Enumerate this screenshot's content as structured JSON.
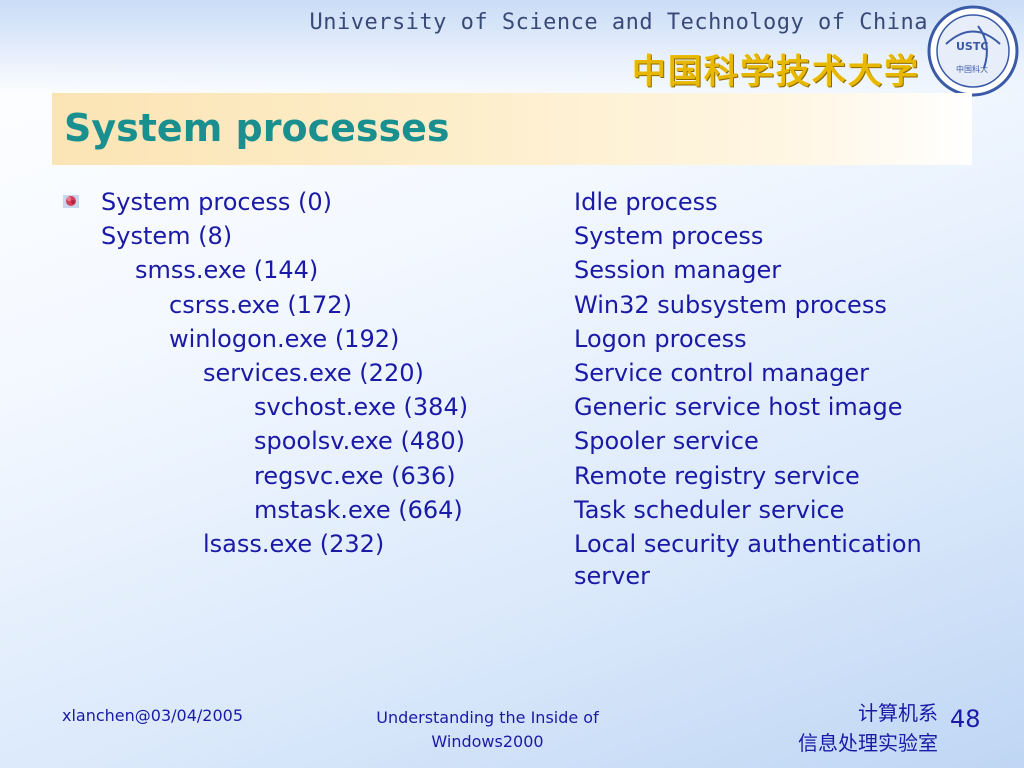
{
  "header": {
    "university_en": "University of Science and Technology of China",
    "university_cn": "中国科学技术大学",
    "logo_text": "USTC",
    "logo_cn": "中国科大"
  },
  "slide": {
    "title": "System processes"
  },
  "processes": [
    {
      "name": "System process (0)",
      "description": "Idle process",
      "level": 0
    },
    {
      "name": "System (8)",
      "description": "System process",
      "level": 0
    },
    {
      "name": "smss.exe (144)",
      "description": "Session manager",
      "level": 1
    },
    {
      "name": "csrss.exe (172)",
      "description": "Win32 subsystem process",
      "level": 2
    },
    {
      "name": "winlogon.exe (192)",
      "description": "Logon process",
      "level": 2
    },
    {
      "name": "services.exe (220)",
      "description": "Service control manager",
      "level": 3
    },
    {
      "name": "svchost.exe (384)",
      "description": "Generic service host image",
      "level": 4
    },
    {
      "name": "spoolsv.exe (480)",
      "description": "Spooler service",
      "level": 4
    },
    {
      "name": "regsvc.exe (636)",
      "description": "Remote registry service",
      "level": 4
    },
    {
      "name": "mstask.exe (664)",
      "description": "Task scheduler service",
      "level": 4
    },
    {
      "name": "lsass.exe (232)",
      "description": "Local security authentication server",
      "level": 3
    }
  ],
  "footer": {
    "left": "xlanchen@03/04/2005",
    "center_line1": "Understanding the Inside of",
    "center_line2": "Windows2000",
    "right_line1": "计算机系",
    "right_line2": "信息处理实验室",
    "page_number": "48"
  },
  "colors": {
    "title": "#1a8f8f",
    "body_text": "#1a1aa6",
    "title_bar": "#fbe4b4",
    "university_cn": "#e8b700"
  }
}
